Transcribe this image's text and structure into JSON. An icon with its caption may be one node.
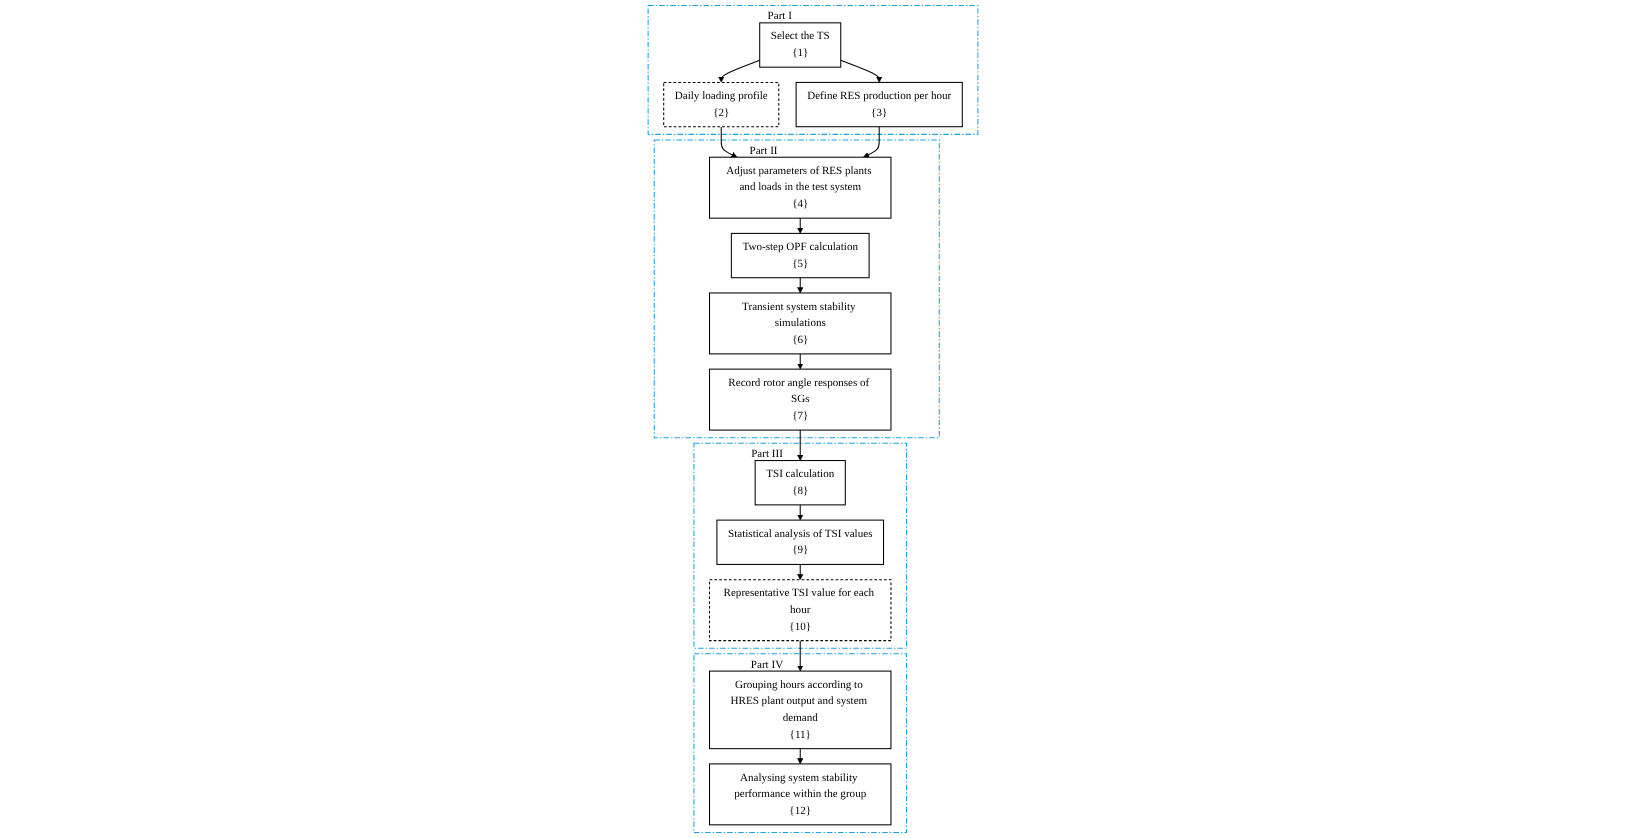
{
  "diagram": {
    "nodes": [
      {
        "text": [
          "Part I"
        ]
      },
      {
        "text": [
          "Select the TS",
          "{1}"
        ],
        "in": 0
      },
      {
        "text": [
          "Daily loading profile",
          "{2}"
        ],
        "in": 0
      },
      {
        "text": [
          "Define RES production per hour",
          "{3}"
        ],
        "in": 0
      },
      {
        "text": [
          "Part II"
        ]
      },
      {
        "text": [
          "Adjust parameters of RES plants and loads in the test system",
          "{4}"
        ],
        "in": 4
      },
      {
        "text": [
          "Two-step OPF calculation",
          "{5}"
        ],
        "in": 4
      },
      {
        "text": [
          "Transient system stability simulations",
          "{6}"
        ],
        "in": 4
      },
      {
        "text": [
          "Record rotor angle responses of SGs",
          "{7}"
        ],
        "in": 4
      },
      {
        "text": [
          "Part III"
        ]
      },
      {
        "text": [
          "TSI calculation",
          "{8}"
        ],
        "in": 9
      },
      {
        "text": [
          "Statistical analysis of TSI values",
          "{9}"
        ],
        "in": 9
      },
      {
        "text": [
          "Representative TSI value for each hour",
          "{10}"
        ],
        "in": 9
      },
      {
        "text": [
          "Part IV"
        ]
      },
      {
        "text": [
          "Grouping hours according to HRES plant output and system demand",
          "{11}"
        ],
        "in": 13
      },
      {
        "text": [
          "Analysing system stability performance within the group",
          "{12}"
        ],
        "in": 13
      }
    ],
    "edges": [
      {
        "from": 1,
        "to": 2,
        "arrow": "to"
      },
      {
        "from": 1,
        "to": 3,
        "arrow": "to"
      },
      {
        "from": 2,
        "to": 5,
        "arrow": "to"
      },
      {
        "from": 3,
        "to": 5,
        "arrow": "to"
      },
      {
        "from": 5,
        "to": 6,
        "arrow": "to"
      },
      {
        "from": 6,
        "to": 7,
        "arrow": "to"
      },
      {
        "from": 7,
        "to": 8,
        "arrow": "to"
      },
      {
        "from": 8,
        "to": 10,
        "arrow": "to"
      },
      {
        "from": 10,
        "to": 11,
        "arrow": "to"
      },
      {
        "from": 11,
        "to": 12,
        "arrow": "to"
      },
      {
        "from": 12,
        "to": 14,
        "arrow": "to"
      },
      {
        "from": 14,
        "to": 15,
        "arrow": "to"
      }
    ]
  }
}
